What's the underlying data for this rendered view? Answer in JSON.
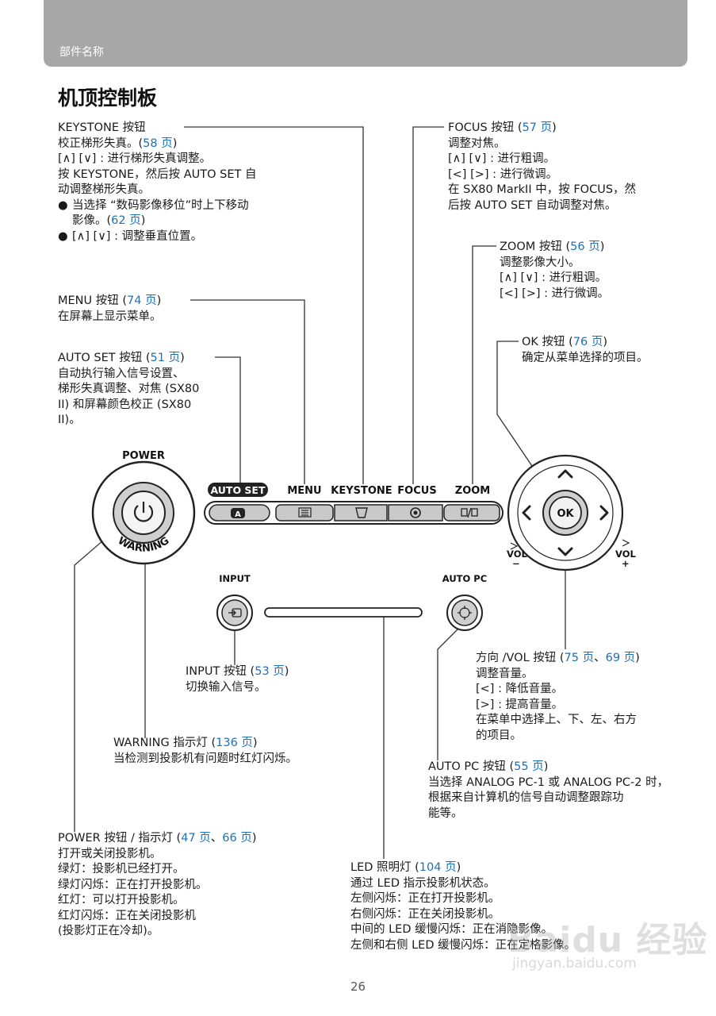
{
  "header": {
    "section_label": "部件名称"
  },
  "page_title": "机顶控制板",
  "panel_labels": {
    "power": "POWER",
    "warning": "WARNING",
    "auto_set": "AUTO SET",
    "auto_set_key": "A",
    "menu": "MENU",
    "keystone": "KEYSTONE",
    "focus": "FOCUS",
    "zoom": "ZOOM",
    "ok": "OK",
    "vol_minus": "VOL",
    "vol_minus_sign": "−",
    "vol_plus": "VOL",
    "vol_plus_sign": "+",
    "input": "INPUT",
    "auto_pc": "AUTO PC"
  },
  "keystone_desc": {
    "title": "KEYSTONE 按钮",
    "line1_pre": "校正梯形失真。(",
    "line1_link": "58 页",
    "line1_post": ")",
    "line2": "[∧] [∨] : 进行梯形失真调整。",
    "line3": "按 KEYSTONE，然后按 AUTO SET 自",
    "line4": "动调整梯形失真。",
    "bullet1_line1": "当选择 “数码影像移位”时上下移动",
    "bullet1_line2_pre": "影像。(",
    "bullet1_link": "62 页",
    "bullet1_line2_post": ")",
    "bullet2": "[∧] [∨] : 调整垂直位置。",
    "bullet_mark": "●"
  },
  "focus_desc": {
    "title_pre": "FOCUS 按钮 (",
    "title_link": "57 页",
    "title_post": ")",
    "line1": "调整对焦。",
    "line2": "[∧] [∨] : 进行粗调。",
    "line3": "[<] [>] : 进行微调。",
    "line4": "在 SX80 MarkII 中，按 FOCUS，然",
    "line5": "后按 AUTO SET 自动调整对焦。"
  },
  "zoom_desc": {
    "title_pre": "ZOOM 按钮 (",
    "title_link": "56 页",
    "title_post": ")",
    "line1": "调整影像大小。",
    "line2": "[∧] [∨] : 进行粗调。",
    "line3": "[<] [>] : 进行微调。"
  },
  "menu_desc": {
    "title_pre": "MENU 按钮 (",
    "title_link": "74 页",
    "title_post": ")",
    "line1": "在屏幕上显示菜单。"
  },
  "ok_desc": {
    "title_pre": "OK 按钮 (",
    "title_link": "76 页",
    "title_post": ")",
    "line1": "确定从菜单选择的项目。"
  },
  "autoset_desc": {
    "title_pre": "AUTO SET 按钮 (",
    "title_link": "51 页",
    "title_post": ")",
    "line1": "自动执行输入信号设置、",
    "line2": "梯形失真调整、对焦 (SX80",
    "line3": "II) 和屏幕颜色校正 (SX80",
    "line4": "II)。"
  },
  "input_desc": {
    "title_pre": "INPUT 按钮 (",
    "title_link": "53 页",
    "title_post": ")",
    "line1": "切换输入信号。"
  },
  "direction_desc": {
    "title_pre": "方向 /VOL 按钮 (",
    "title_link1": "75 页",
    "title_sep": "、",
    "title_link2": "69 页",
    "title_post": ")",
    "line1": "调整音量。",
    "line2": "[<] : 降低音量。",
    "line3": "[>] : 提高音量。",
    "line4": "在菜单中选择上、下、左、右方",
    "line5": "的项目。"
  },
  "warning_desc": {
    "title_pre": "WARNING 指示灯 (",
    "title_link": "136 页",
    "title_post": ")",
    "line1": "当检测到投影机有问题时红灯闪烁。"
  },
  "autopc_desc": {
    "title_pre": "AUTO PC 按钮 (",
    "title_link": "55 页",
    "title_post": ")",
    "line1": "当选择 ANALOG PC-1 或 ANALOG PC-2 时，",
    "line2": "根据来自计算机的信号自动调整跟踪功",
    "line3": "能等。"
  },
  "power_desc": {
    "title_pre": "POWER 按钮 / 指示灯 (",
    "title_link1": "47 页",
    "title_sep": "、",
    "title_link2": "66 页",
    "title_post": ")",
    "line1": "打开或关闭投影机。",
    "line2": "绿灯：投影机已经打开。",
    "line3": "绿灯闪烁：正在打开投影机。",
    "line4": "红灯：可以打开投影机。",
    "line5": "红灯闪烁：正在关闭投影机",
    "line6": "(投影灯正在冷却)。"
  },
  "led_desc": {
    "title_pre": "LED 照明灯 (",
    "title_link": "104 页",
    "title_post": ")",
    "line1": "通过 LED 指示投影机状态。",
    "line2": "左侧闪烁：正在打开投影机。",
    "line3": "右侧闪烁：正在关闭投影机。",
    "line4": "中间的 LED 缓慢闪烁：正在消隐影像。",
    "line5": "左侧和右侧 LED 缓慢闪烁：正在定格影像。"
  },
  "page_number": "26",
  "watermark": {
    "logo": "Baidu 经验",
    "url": "jingyan.baidu.com"
  },
  "colors": {
    "link": "#1d70b8",
    "header_bar": "#a7a7a7",
    "leader_line": "#333333"
  }
}
